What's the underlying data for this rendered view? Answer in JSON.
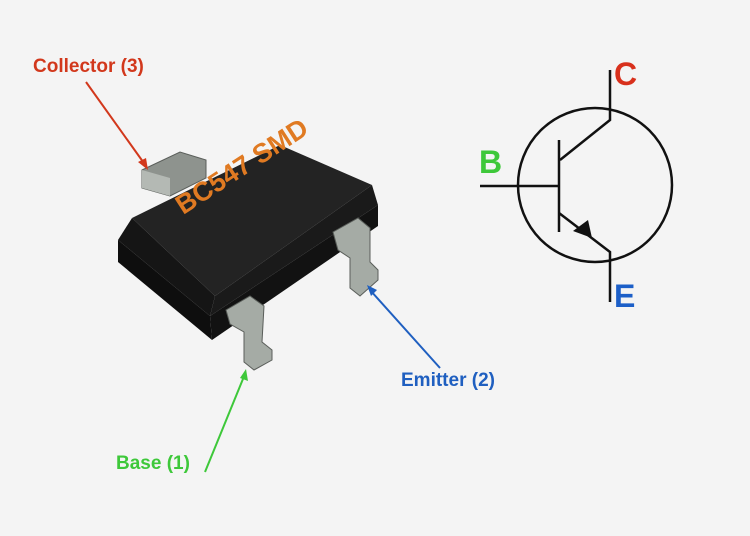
{
  "chip": {
    "marking": "BC547 SMD"
  },
  "pins": {
    "collector": {
      "label": "Collector (3)",
      "color": "#d2381c"
    },
    "emitter": {
      "label": "Emitter (2)",
      "color": "#1f5fc0"
    },
    "base": {
      "label": "Base (1)",
      "color": "#3ec83a"
    }
  },
  "symbol": {
    "c_label": "C",
    "c_color": "#d8301c",
    "b_label": "B",
    "b_color": "#3ec83a",
    "e_label": "E",
    "e_color": "#1c5fc8"
  },
  "colors": {
    "marking": "#e07a22",
    "body": "#1c1c1c",
    "lead": "#9aa09a"
  }
}
